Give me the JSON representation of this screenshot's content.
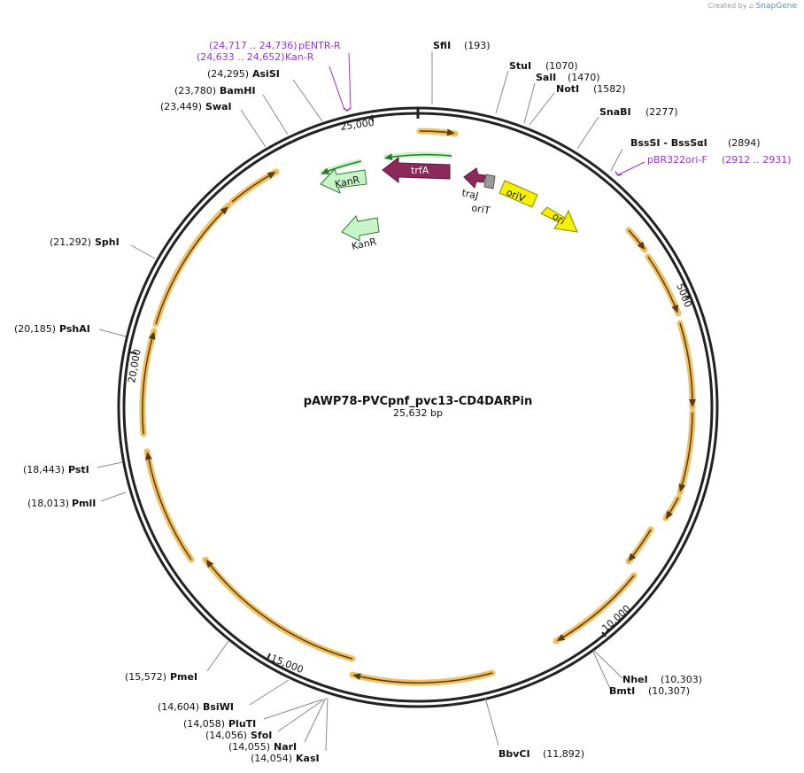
{
  "credit": {
    "created_by": "Created by",
    "brand": "SnapGene"
  },
  "plasmid": {
    "name": "pAWP78-PVCpnf_pvc13-CD4DARPin",
    "length_label": "25,632 bp"
  },
  "ticks": [
    "5000",
    "10,000",
    "15,000",
    "20,000",
    "25,000"
  ],
  "sites": [
    {
      "name": "SfiI",
      "pos": "(193)"
    },
    {
      "name": "StuI",
      "pos": "(1070)"
    },
    {
      "name": "SalI",
      "pos": "(1470)"
    },
    {
      "name": "NotI",
      "pos": "(1582)"
    },
    {
      "name": "SnaBI",
      "pos": "(2277)"
    },
    {
      "name": "BssSI - BssSαI",
      "pos": "(2894)"
    },
    {
      "name": "NheI",
      "pos": "(10,303)"
    },
    {
      "name": "BmtI",
      "pos": "(10,307)"
    },
    {
      "name": "BbvCI",
      "pos": "(11,892)"
    },
    {
      "name": "KasI",
      "pos": "(14,054)"
    },
    {
      "name": "NarI",
      "pos": "(14,055)"
    },
    {
      "name": "SfoI",
      "pos": "(14,056)"
    },
    {
      "name": "PluTI",
      "pos": "(14,058)"
    },
    {
      "name": "BsiWI",
      "pos": "(14,604)"
    },
    {
      "name": "PmeI",
      "pos": "(15,572)"
    },
    {
      "name": "PmlI",
      "pos": "(18,013)"
    },
    {
      "name": "PstI",
      "pos": "(18,443)"
    },
    {
      "name": "PshAI",
      "pos": "(20,185)"
    },
    {
      "name": "SphI",
      "pos": "(21,292)"
    },
    {
      "name": "SwaI",
      "pos": "(23,449)"
    },
    {
      "name": "BamHI",
      "pos": "(23,780)"
    },
    {
      "name": "AsiSI",
      "pos": "(24,295)"
    }
  ],
  "primers": [
    {
      "range": "(24,717 .. 24,736)",
      "name": "pENTR-R"
    },
    {
      "range": "(24,633 .. 24,652)",
      "name": "Kan-R"
    },
    {
      "name": "pBR322ori-F",
      "range": "(2912 .. 2931)"
    }
  ],
  "features": {
    "trfA": "trfA",
    "kanr_inner": "KanR",
    "kanr_outer": "KanR",
    "traJ": "traJ",
    "oriT": "oriT",
    "oriV": "oriV",
    "ori": "ori"
  },
  "colors": {
    "backbone": "#222222",
    "orf": "#f0c060",
    "orf_core": "#5a3a10",
    "kanr": "#c8f5c8",
    "kanr_line": "#2a7a2a",
    "trfA": "#8b2a5a",
    "ori": "#f5f000",
    "primer": "#9b30d9"
  }
}
